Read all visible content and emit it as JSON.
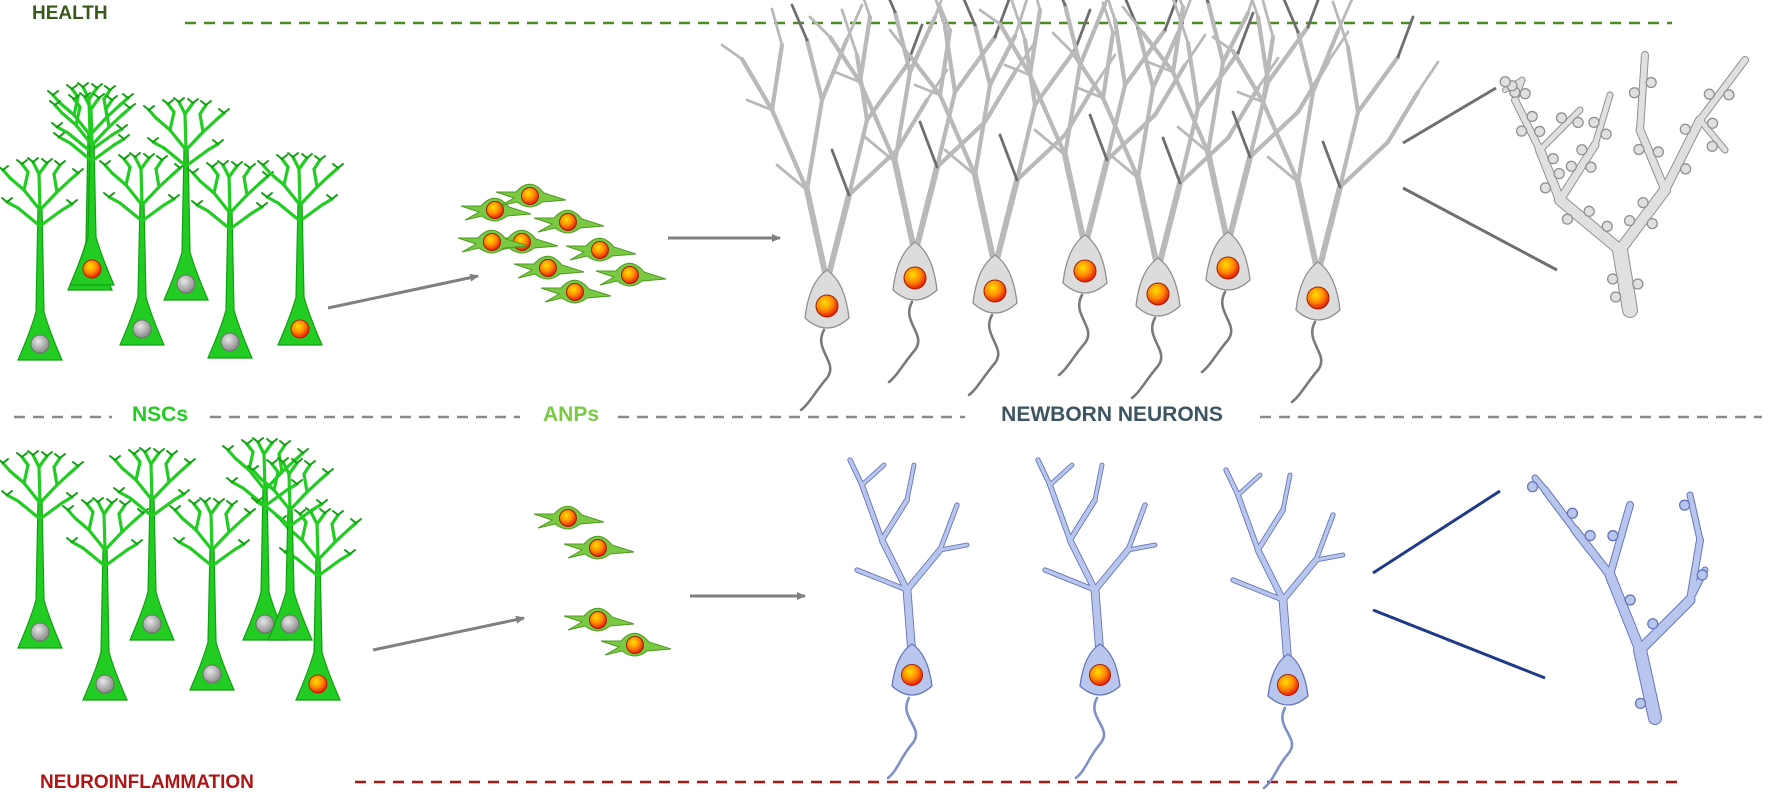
{
  "labels": {
    "health": "HEALTH",
    "nscs": "NSCs",
    "anps": "ANPs",
    "newborn_neurons": "NEWBORN NEURONS",
    "neuroinflammation": "NEUROINFLAMMATION"
  },
  "colors": {
    "health": "#3a5a1c",
    "nsc": "#22cc22",
    "nsc_dark": "#11a011",
    "anp": "#7ac943",
    "neurons_label": "#3d5560",
    "neuroinflammation": "#b01515",
    "healthy_neuron_fill": "#dcdcdc",
    "healthy_neuron_stroke": "#8f8f8f",
    "inflamed_neuron_fill": "#b8c6ee",
    "inflamed_neuron_stroke": "#6676b8",
    "zoom_line_health": "#707070",
    "zoom_line_inflamed": "#1f3a88",
    "divider": "#8a8a8a"
  },
  "health_row": {
    "nsc_count": 7,
    "anp_count": 9,
    "newborn_neuron_count": 7
  },
  "neuroinflammation_row": {
    "nsc_count": 7,
    "anp_count": 4,
    "newborn_neuron_count": 3
  }
}
